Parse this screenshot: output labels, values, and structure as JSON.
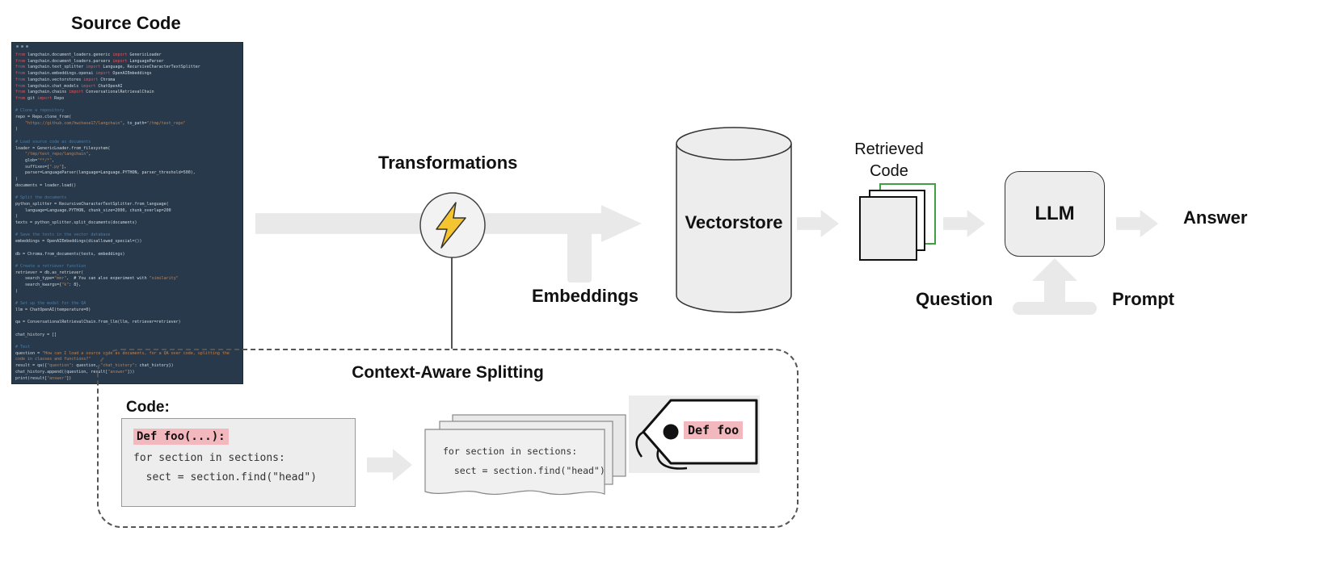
{
  "diagram": {
    "source_code_label": "Source Code",
    "transformations_label": "Transformations",
    "embeddings_label": "Embeddings",
    "vectorstore_label": "Vectorstore",
    "retrieved_code_label": "Retrieved Code",
    "llm_label": "LLM",
    "answer_label": "Answer",
    "question_label": "Question",
    "prompt_label": "Prompt"
  },
  "splitting_box": {
    "title": "Context-Aware Splitting",
    "code_heading": "Code:",
    "source_highlight": "Def foo(...):",
    "source_line1": "for section in sections:",
    "source_line2": "  sect = section.find(\"head\")",
    "chunk_line1": "for section in sections:",
    "chunk_line2": "  sect = section.find(\"head\")",
    "tag_label": "Def foo"
  },
  "editor": {
    "lines": [
      "from langchain.document_loaders.generic import GenericLoader",
      "from langchain.document_loaders.parsers import LanguageParser",
      "from langchain.text_splitter import Language, RecursiveCharacterTextSplitter",
      "from langchain.embeddings.openai import OpenAIEmbeddings",
      "from langchain.vectorstores import Chroma",
      "from langchain.chat_models import ChatOpenAI",
      "from langchain.chains import ConversationalRetrievalChain",
      "from git import Repo",
      "",
      "# Clone a repository",
      "repo = Repo.clone_from(",
      "    \"https://github.com/hwchase17/langchain\", to_path=\"/tmp/test_repo\"",
      ")",
      "",
      "# Load source code as documents",
      "loader = GenericLoader.from_filesystem(",
      "    \"/tmp/test_repo/langchain\",",
      "    glob=\"**/*\",",
      "    suffixes=[\".py\"],",
      "    parser=LanguageParser(language=Language.PYTHON, parser_threshold=500),",
      ")",
      "documents = loader.load()",
      "",
      "# Split the documents",
      "python_splitter = RecursiveCharacterTextSplitter.from_language(",
      "    language=Language.PYTHON, chunk_size=2000, chunk_overlap=200",
      ")",
      "texts = python_splitter.split_documents(documents)",
      "",
      "# Save the texts in the vector database",
      "embeddings = OpenAIEmbeddings(disallowed_special=())",
      "",
      "db = Chroma.from_documents(texts, embeddings)",
      "",
      "# Create a retriever function",
      "retriever = db.as_retriever(",
      "    search_type=\"mmr\",  # You can also experiment with \"similarity\"",
      "    search_kwargs={\"k\": 8},",
      ")",
      "",
      "# Set up the model for the QA",
      "llm = ChatOpenAI(temperature=0)",
      "",
      "qa = ConversationalRetrievalChain.from_llm(llm, retriever=retriever)",
      "",
      "chat_history = []",
      "",
      "# Test",
      "question = \"How can I load a source code as documents, for a QA over code, splitting the code in classes and functions?\"",
      "result = qa({\"question\": question, \"chat_history\": chat_history})",
      "chat_history.append((question, result[\"answer\"]))",
      "print(result[\"answer\"])"
    ]
  },
  "colors": {
    "arrow_gray": "#e9e9e9",
    "shape_fill": "#ededed",
    "highlight_pink": "#f3b8bd",
    "editor_bg": "#27394a",
    "code_text": "#d3dae1",
    "keyword_red": "#e0565e",
    "string_orange": "#c9824c",
    "comment_blue": "#4d7ea8",
    "bolt_yellow": "#f5c531",
    "chunk_outline_green": "#3fa03f"
  }
}
